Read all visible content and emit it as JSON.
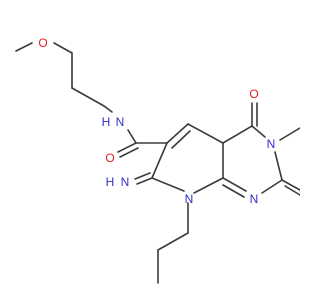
{
  "molecule": {
    "atom_labels": {
      "o_methoxy": "O",
      "n_amide": "N",
      "h_amide": "H",
      "o_amide": "O",
      "o_keto": "O",
      "n_ring_pyrido": "N",
      "n_imino": "N",
      "h_imino": "H",
      "n_ring_propyl": "N",
      "n_ring_bridge": "N"
    },
    "colors": {
      "carbon_bond": "#3b3b3b",
      "nitrogen": "#2f2fd0",
      "oxygen": "#e02020"
    }
  }
}
